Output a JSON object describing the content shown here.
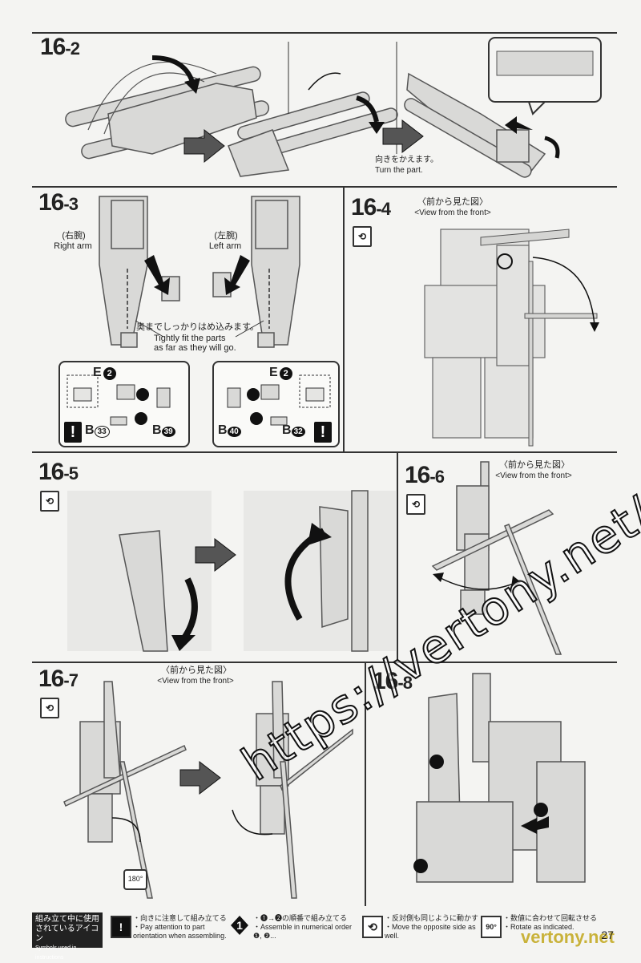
{
  "steps": {
    "s16_2": {
      "num": "16",
      "sub": "-2",
      "note_jp": "向きをかえます。",
      "note_en": "Turn the part."
    },
    "s16_3": {
      "num": "16",
      "sub": "-3",
      "right_arm_jp": "(右腕)",
      "right_arm_en": "Right arm",
      "left_arm_jp": "(左腕)",
      "left_arm_en": "Left arm",
      "fit_jp": "奥までしっかりはめ込みます。",
      "fit_en_1": "Tightly fit the parts",
      "fit_en_2": "as far as they will go.",
      "left_box": {
        "e": "E",
        "e_num": "2",
        "b1": "B",
        "b1_num": "33",
        "b2": "B",
        "b2_num": "39"
      },
      "right_box": {
        "e": "E",
        "e_num": "2",
        "b1": "B",
        "b1_num": "40",
        "b2": "B",
        "b2_num": "32"
      }
    },
    "s16_4": {
      "num": "16",
      "sub": "-4",
      "view_jp": "〈前から見た図〉",
      "view_en": "<View from the front>"
    },
    "s16_5": {
      "num": "16",
      "sub": "-5"
    },
    "s16_6": {
      "num": "16",
      "sub": "-6",
      "view_jp": "〈前から見た図〉",
      "view_en": "<View from the front>"
    },
    "s16_7": {
      "num": "16",
      "sub": "-7",
      "view_jp": "〈前から見た図〉",
      "view_en": "<View from the front>",
      "rotate": "180°"
    },
    "s16_8": {
      "num": "16",
      "sub": "-8"
    }
  },
  "legend": {
    "title_jp_1": "組み立て中に使用",
    "title_jp_2": "されているアイコン",
    "title_en": "Symbols used in instructions",
    "items": [
      {
        "glyph": "!",
        "jp": "・向きに注意して組み立てる",
        "en": "・Pay attention to part orientation when assembling."
      },
      {
        "glyph": "1",
        "jp": "・❶→❷の順番で組み立てる",
        "en": "・Assemble in numerical order ❶, ❷..."
      },
      {
        "glyph": "⟲",
        "jp": "・反対側も同じように動かす",
        "en": "・Move the opposite side as well."
      },
      {
        "glyph": "90°",
        "jp": "・数値に合わせて回転させる",
        "en": "・Rotate as indicated."
      }
    ]
  },
  "page_number": "27",
  "watermark": "https://vertony.net/",
  "watermark_small": "vertony.net"
}
